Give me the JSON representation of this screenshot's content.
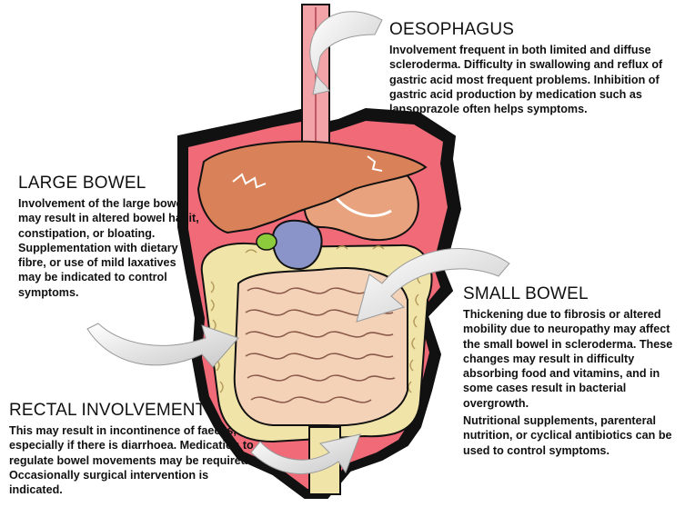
{
  "sections": {
    "oesophagus": {
      "title": "OESOPHAGUS",
      "text": "Involvement frequent in both limited and diffuse scleroderma.  Difficulty in swallowing and reflux of gastric acid most frequent problems. Inhibition of gastric acid production by medication such as lansoprazole often helps symptoms."
    },
    "large_bowel": {
      "title": "LARGE BOWEL",
      "text": "Involvement of the large bowel may result in altered bowel habit, constipation, or bloating. Supplementation with dietary fibre, or use of mild laxatives may be indicated to control symptoms."
    },
    "small_bowel": {
      "title": "SMALL BOWEL",
      "text": "Thickening due to fibrosis or altered mobility due to neuropathy may affect the small bowel in scleroderma.  These changes may result in difficulty absorbing food and vitamins, and in some cases result in bacterial overgrowth.",
      "text2": "Nutritional supplements, parenteral nutrition, or cyclical antibiotics can be used to control symptoms."
    },
    "rectal": {
      "title": "RECTAL INVOLVEMENT",
      "text": "This may result in incontinence of faeces, especially if there is diarrhoea.  Medication to regulate bowel movements may be required. Occasionally surgical intervention is indicated."
    }
  },
  "colors": {
    "body_wall": "#f06a78",
    "liver": "#d9825a",
    "stomach": "#e9a27e",
    "small_intestine": "#f3d2b8",
    "large_intestine": "#f0e4a8",
    "gallbladder": "#8ccc3c",
    "spleen": "#8a94c8",
    "outline": "#111111",
    "arrow_fill": "#eeeeee"
  }
}
